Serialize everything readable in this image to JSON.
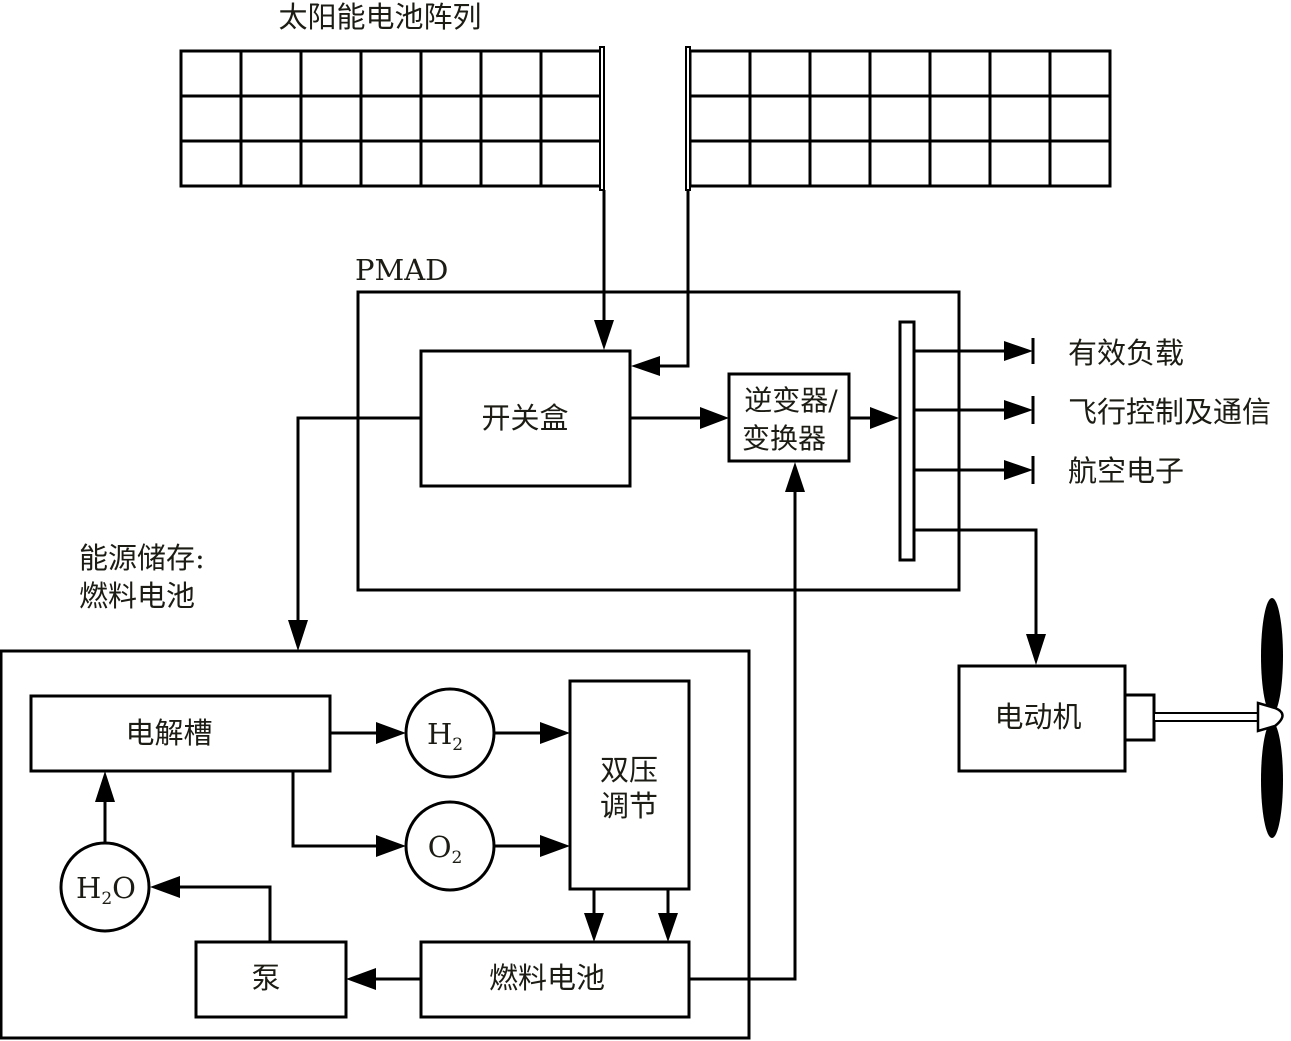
{
  "diagram": {
    "solar_array_label": "太阳能电池阵列",
    "pmad_label": "PMAD",
    "switch_box_label": "开关盒",
    "inverter_line1": "逆变器/",
    "inverter_line2": "变换器",
    "loads": [
      "有效负载",
      "飞行控制及通信",
      "航空电子"
    ],
    "storage_label_line1": "能源储存:",
    "storage_label_line2": "燃料电池",
    "electrolyzer_label": "电解槽",
    "h2_label": "H",
    "h2_sub": "2",
    "o2_label": "O",
    "o2_sub": "2",
    "h2o_label_h": "H",
    "h2o_sub": "2",
    "h2o_label_o": "O",
    "regulator_line1": "双压",
    "regulator_line2": "调节",
    "pump_label": "泵",
    "fuel_cell_label": "燃料电池",
    "motor_label": "电动机"
  }
}
